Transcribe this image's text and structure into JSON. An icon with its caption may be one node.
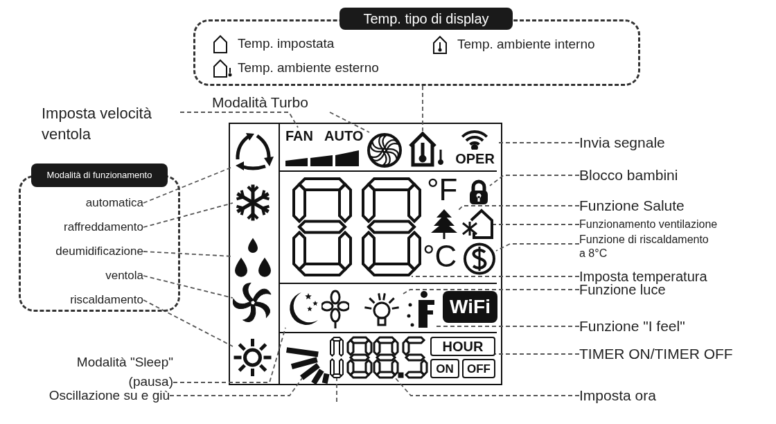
{
  "diagram": {
    "nodes": [
      {
        "text": [
          "Temp. tipo di display"
        ]
      },
      {
        "text": [
          "Temp. impostata"
        ],
        "in": 0
      },
      {
        "text": [
          "Temp. ambiente interno"
        ],
        "in": 0
      },
      {
        "text": [
          "Temp. ambiente esterno"
        ],
        "in": 0
      },
      {
        "text": [
          "Modalità di funzionamento"
        ]
      },
      {
        "text": [
          "automatica"
        ],
        "in": 4
      },
      {
        "text": [
          "raffreddamento"
        ],
        "in": 4
      },
      {
        "text": [
          "deumidificazione"
        ],
        "in": 4
      },
      {
        "text": [
          "ventola"
        ],
        "in": 4
      },
      {
        "text": [
          "riscaldamento"
        ],
        "in": 4
      },
      {
        "text": [
          "Imposta velocità ventola"
        ]
      },
      {
        "text": [
          "Modalità Turbo"
        ]
      },
      {
        "text": [
          "Modalità \"Sleep\" (pausa)"
        ]
      },
      {
        "text": [
          "Oscillazione su e giù"
        ]
      },
      {
        "text": [
          "Invia segnale"
        ]
      },
      {
        "text": [
          "Blocco bambini"
        ]
      },
      {
        "text": [
          "Funzione Salute"
        ]
      },
      {
        "text": [
          "Funzionamento ventilazione"
        ]
      },
      {
        "text": [
          "Funzione di riscaldamento a 8°C"
        ]
      },
      {
        "text": [
          "Imposta temperatura"
        ]
      },
      {
        "text": [
          "Funzione luce"
        ]
      },
      {
        "text": [
          "Funzione \"I feel\""
        ]
      },
      {
        "text": [
          "TIMER ON/TIMER OFF"
        ]
      },
      {
        "text": [
          "Imposta ora"
        ]
      },
      {
        "text": [
          "FAN",
          "AUTO"
        ]
      },
      {
        "text": [],
        "shape": "picture"
      },
      {
        "text": [],
        "shape": "picture"
      },
      {
        "text": [
          "OPER"
        ]
      },
      {
        "text": [],
        "shape": "lock"
      },
      {
        "text": [],
        "shape": "picture"
      },
      {
        "text": [],
        "shape": "picture"
      },
      {
        "text": [],
        "shape": "picture"
      },
      {
        "text": [],
        "shape": "picture"
      },
      {
        "text": [],
        "shape": "picture"
      },
      {
        "text": [],
        "shape": "picture"
      },
      {
        "text": [
          "HOUR",
          "ON",
          "OFF"
        ]
      },
      {
        "text": [],
        "shape": "picture"
      },
      {
        "text": [],
        "shape": "picture"
      },
      {
        "text": [],
        "shape": "picture"
      },
      {
        "text": [],
        "shape": "picture"
      },
      {
        "text": [],
        "shape": "picture"
      },
      {
        "text": [],
        "shape": "picture"
      },
      {
        "text": [],
        "shape": "picture"
      },
      {
        "text": [],
        "shape": "picture"
      },
      {
        "text": [],
        "shape": "picture"
      }
    ],
    "edges": [
      {
        "from": 0,
        "to": 26,
        "arrow": "none"
      },
      {
        "from": 5,
        "to": 37,
        "arrow": "none"
      },
      {
        "from": 6,
        "to": 38,
        "arrow": "none"
      },
      {
        "from": 7,
        "to": 39,
        "arrow": "none"
      },
      {
        "from": 8,
        "to": 40,
        "arrow": "none"
      },
      {
        "from": 9,
        "to": 41,
        "arrow": "none"
      },
      {
        "from": 10,
        "to": 24,
        "arrow": "none"
      },
      {
        "from": 11,
        "to": 25,
        "arrow": "none"
      },
      {
        "from": 12,
        "to": 42,
        "arrow": "none"
      },
      {
        "from": 13,
        "to": 43,
        "arrow": "none"
      },
      {
        "from": 14,
        "to": 27,
        "arrow": "none"
      },
      {
        "from": 15,
        "to": 28,
        "arrow": "none"
      },
      {
        "from": 16,
        "to": 29,
        "arrow": "none"
      },
      {
        "from": 17,
        "to": 30,
        "arrow": "none"
      },
      {
        "from": 18,
        "to": 31,
        "arrow": "none"
      },
      {
        "from": 19,
        "to": 32,
        "arrow": "none"
      },
      {
        "from": 20,
        "to": 33,
        "arrow": "none"
      },
      {
        "from": 21,
        "to": 34,
        "arrow": "none"
      },
      {
        "from": 22,
        "to": 35,
        "arrow": "none"
      },
      {
        "from": 23,
        "to": 36,
        "arrow": "none"
      },
      {
        "from": null,
        "to": 44,
        "arrow": "none"
      }
    ],
    "labels": [
      "°F",
      "°C",
      "WiFi"
    ]
  }
}
